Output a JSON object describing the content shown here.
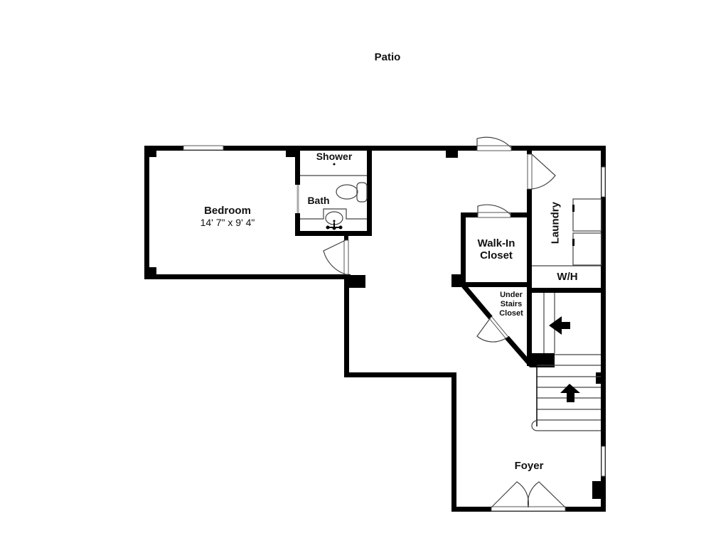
{
  "plan": {
    "type": "floor-plan",
    "outside_label": "Patio",
    "rooms": [
      {
        "id": "bedroom",
        "name": "Bedroom",
        "dimensions": "14' 7\" x 9' 4\""
      },
      {
        "id": "shower",
        "name": "Shower"
      },
      {
        "id": "bath",
        "name": "Bath"
      },
      {
        "id": "walk-in-closet",
        "name": "Walk-In Closet",
        "lines": [
          "Walk-In",
          "Closet"
        ]
      },
      {
        "id": "laundry",
        "name": "Laundry"
      },
      {
        "id": "water-heater",
        "name": "W/H"
      },
      {
        "id": "under-stairs-closet",
        "name": "Under Stairs Closet",
        "lines": [
          "Under",
          "Stairs",
          "Closet"
        ]
      },
      {
        "id": "foyer",
        "name": "Foyer"
      }
    ],
    "fixtures": [
      "toilet",
      "sink",
      "washer",
      "dryer",
      "stairs-up",
      "stairs-landing"
    ],
    "colors": {
      "wall": "#000000",
      "background": "#ffffff",
      "fixture_line": "#444444"
    }
  }
}
